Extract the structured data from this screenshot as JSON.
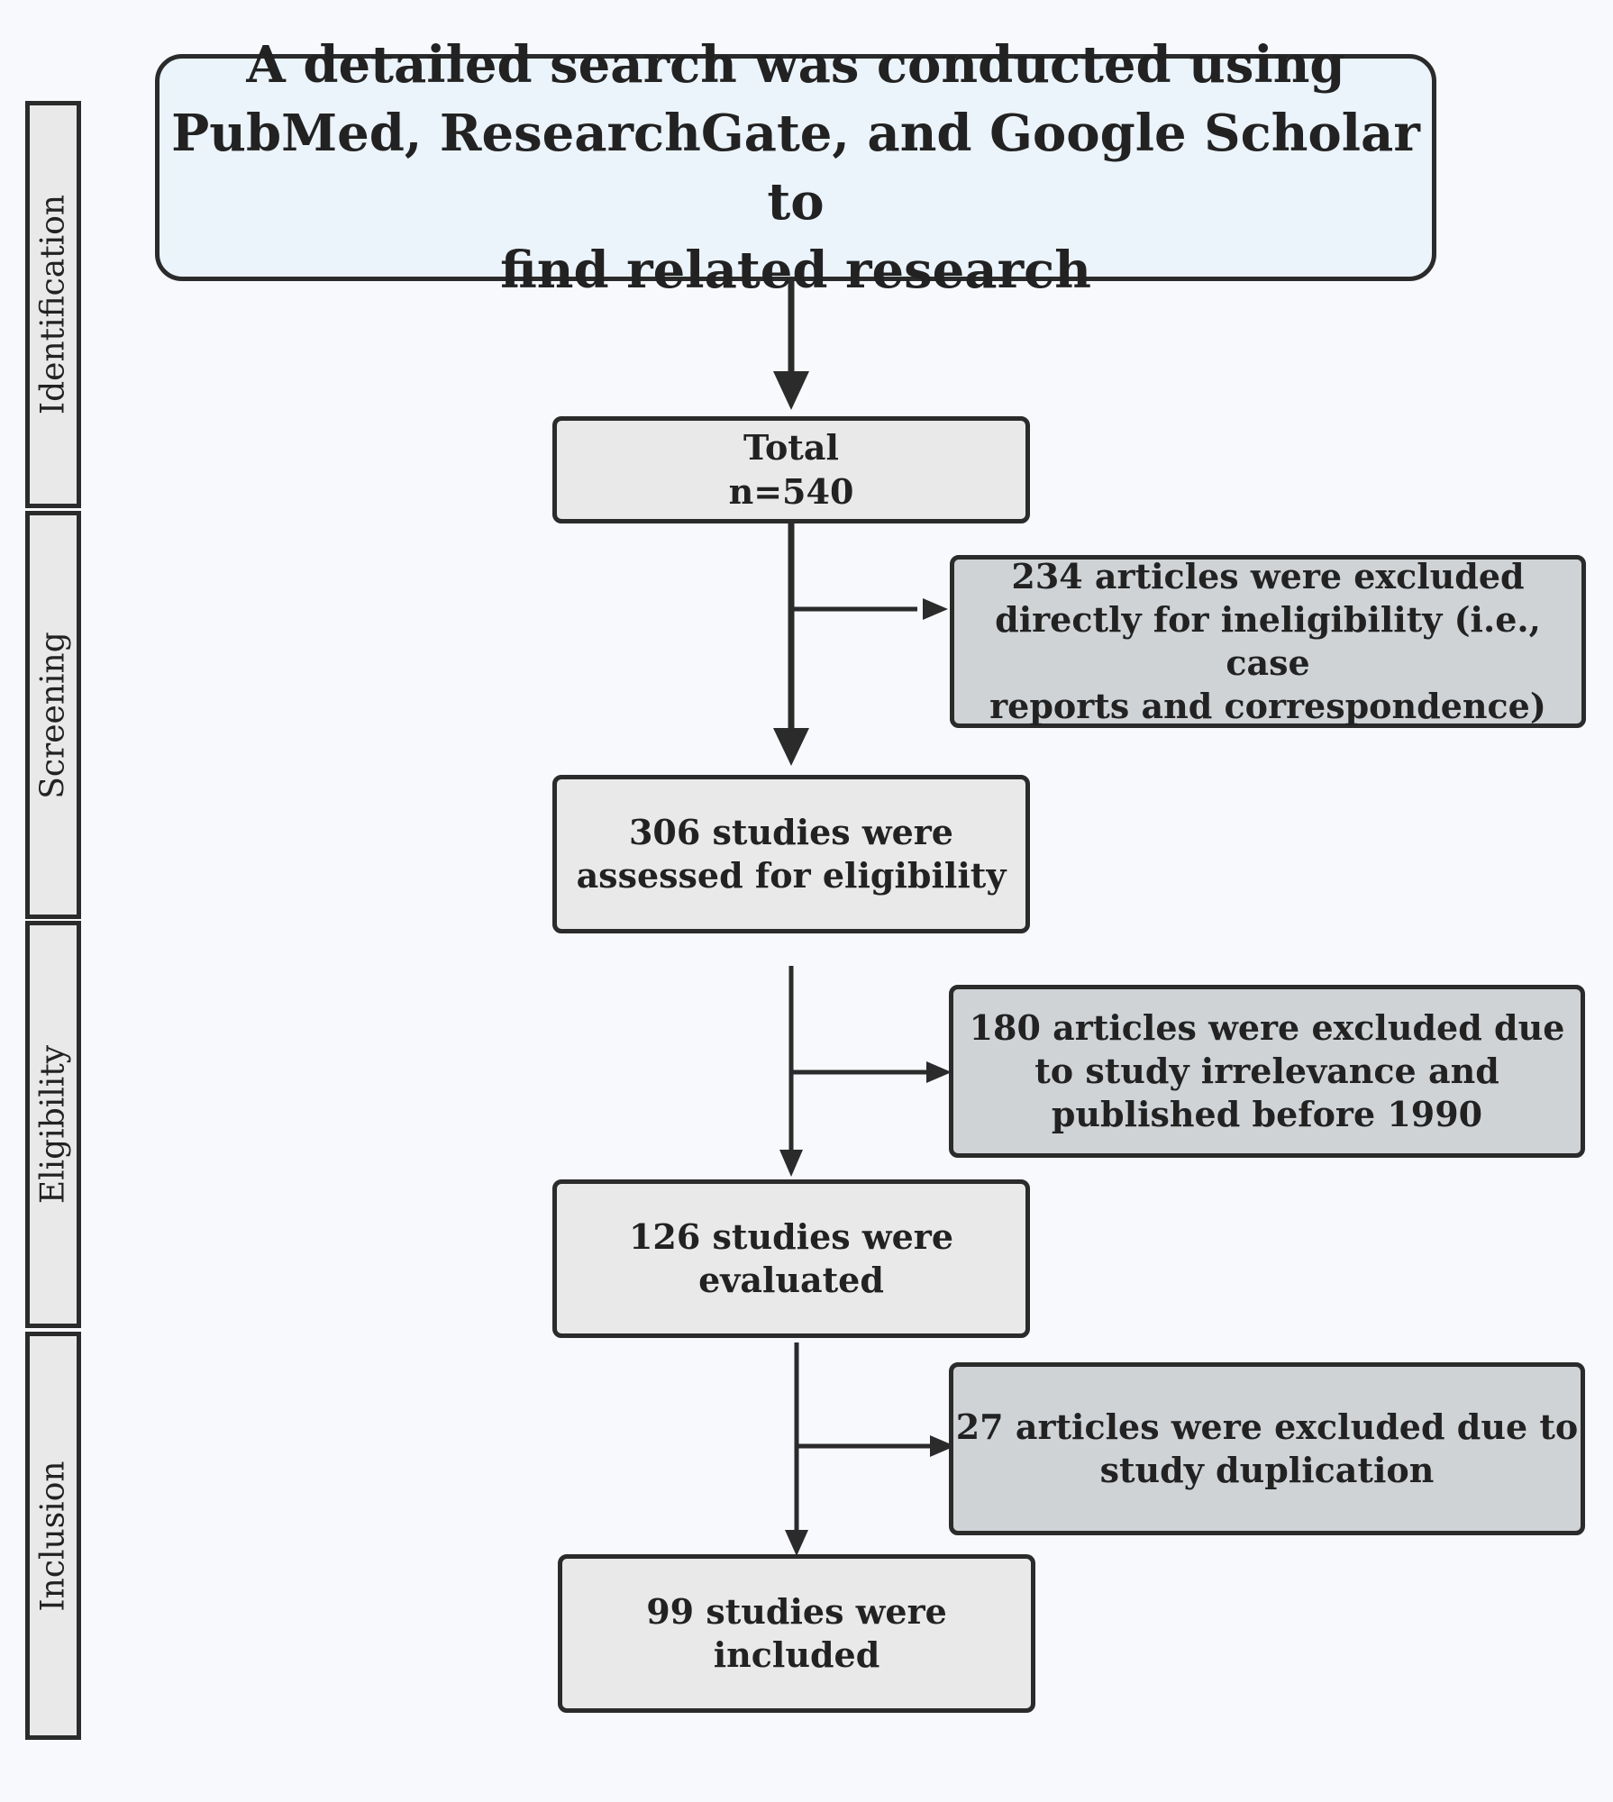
{
  "stages": [
    "Identification",
    "Screening",
    "Eligibility",
    "Inclusion"
  ],
  "search": "A detailed search was conducted using\nPubMed, ResearchGate, and Google Scholar to\nfind related research",
  "total": "Total\nn=540",
  "excluded_1": "234 articles were excluded\ndirectly for ineligibility (i.e., case\nreports and correspondence)",
  "assessed": "306  studies were\nassessed for eligibility",
  "excluded_2": "180 articles were excluded due\nto study irrelevance and\npublished before 1990",
  "evaluated": "126 studies were\nevaluated",
  "excluded_3": "27 articles were excluded due to\nstudy duplication",
  "included": "99 studies were included"
}
